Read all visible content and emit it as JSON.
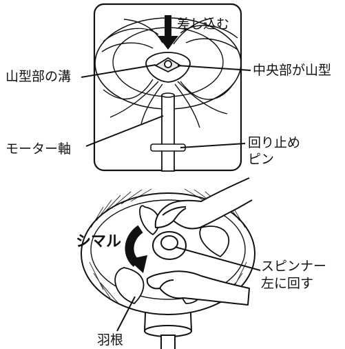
{
  "labels": {
    "insert": "差し込む",
    "mountain_groove": "山型部の溝",
    "center_mountain": "中央部が山型",
    "motor_shaft": "モーター軸",
    "stop_pin_line1": "回り止め",
    "stop_pin_line2": "ピン",
    "tighten": "シマル",
    "spinner_line1": "スピンナー",
    "spinner_line2": "左に回す",
    "blade": "羽根"
  },
  "colors": {
    "ink": "#111111",
    "background": "#ffffff"
  }
}
